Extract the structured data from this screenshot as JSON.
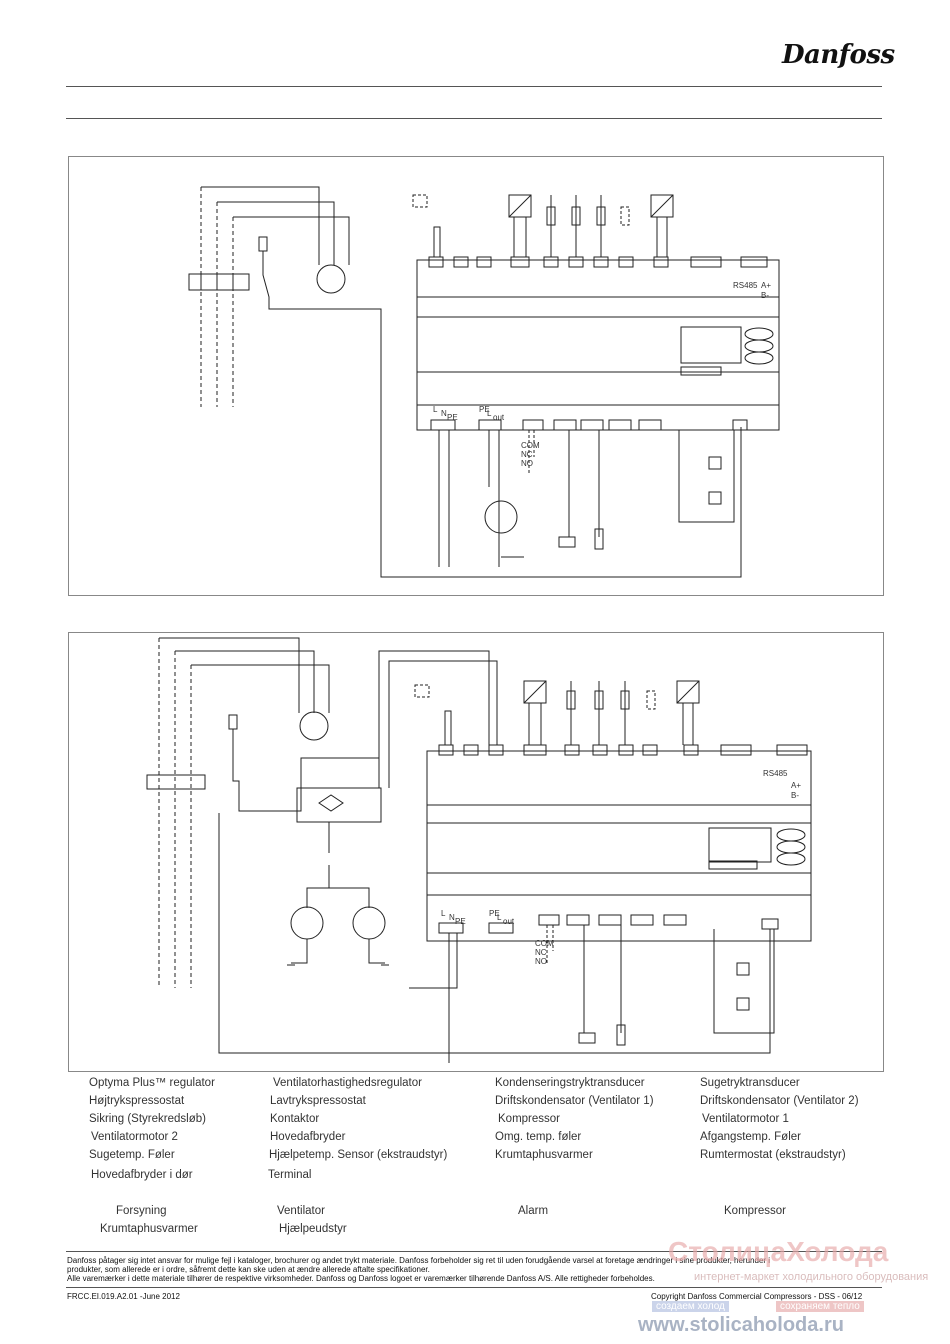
{
  "header": {
    "logo": "Danfoss"
  },
  "diagram_labels": {
    "top": {
      "terminals_left": [
        "L",
        "N",
        "PE"
      ],
      "terminals_pe": [
        "PE",
        "L",
        "out"
      ],
      "relay": [
        "COM",
        "NC",
        "NO"
      ],
      "rs485": "RS485",
      "rs485_pins": [
        "A+",
        "B-"
      ]
    },
    "bottom": {
      "terminals_left": [
        "L",
        "N",
        "PE"
      ],
      "terminals_pe": [
        "PE",
        "L",
        "out"
      ],
      "relay": [
        "COM",
        "NC",
        "NO"
      ],
      "rs485": "RS485",
      "rs485_pins": [
        "A+",
        "B-"
      ]
    }
  },
  "legend": {
    "rows": [
      [
        "Optyma Plus™ regulator",
        "Ventilatorhastighedsregulator",
        "Kondenseringstryktransducer",
        "Sugetryktransducer"
      ],
      [
        "Højtrykspressostat",
        "Lavtrykspressostat",
        "Driftskondensator (Ventilator 1)",
        "Driftskondensator (Ventilator 2)"
      ],
      [
        "Sikring (Styrekredsløb)",
        "Kontaktor",
        "Kompressor",
        "Ventilatormotor 1"
      ],
      [
        "Ventilatormotor 2",
        "Hovedafbryder",
        "Omg. temp. føler",
        "Afgangstemp. Føler"
      ],
      [
        "Sugetemp. Føler",
        "Hjælpetemp. Sensor (ekstraudstyr)",
        "Krumtaphusvarmer",
        "Rumtermostat (ekstraudstyr)"
      ],
      [
        "Hovedafbryder i dør",
        "Terminal"
      ]
    ],
    "groups_row1": [
      "Forsyning",
      "Ventilator",
      "Alarm",
      "Kompressor"
    ],
    "groups_row2": [
      "Krumtaphusvarmer",
      "Hjælpeudstyr"
    ]
  },
  "footer": {
    "disclaimer_1": "Danfoss påtager sig intet ansvar for mulige fejl i kataloger, brochurer og andet trykt materiale. Danfoss forbeholder sig ret til uden forudgående varsel at foretage ændringer i sine produkter, herunder i",
    "disclaimer_2": "produkter, som allerede er i ordre, såfremt dette kan ske uden at ændre allerede aftalte specifikationer.",
    "disclaimer_3": "Alle varemærker i dette materiale tilhører de respektive virksomheder. Danfoss og Danfoss logoet er varemærker tilhørende Danfoss A/S. Alle rettigheder forbeholdes.",
    "doc_code": "FRCC.EI.019.A2.01 -June 2012",
    "copyright": "Copyright Danfoss Commercial Compressors - DSS - 06/12"
  },
  "watermark": {
    "brand": "СтолицаХолода",
    "tagline": "интернет-маркет холодильного оборудования",
    "slogan_left": "создаем холод",
    "slogan_right": "сохраняем тепло",
    "url": "www.stolicaholoda.ru"
  }
}
